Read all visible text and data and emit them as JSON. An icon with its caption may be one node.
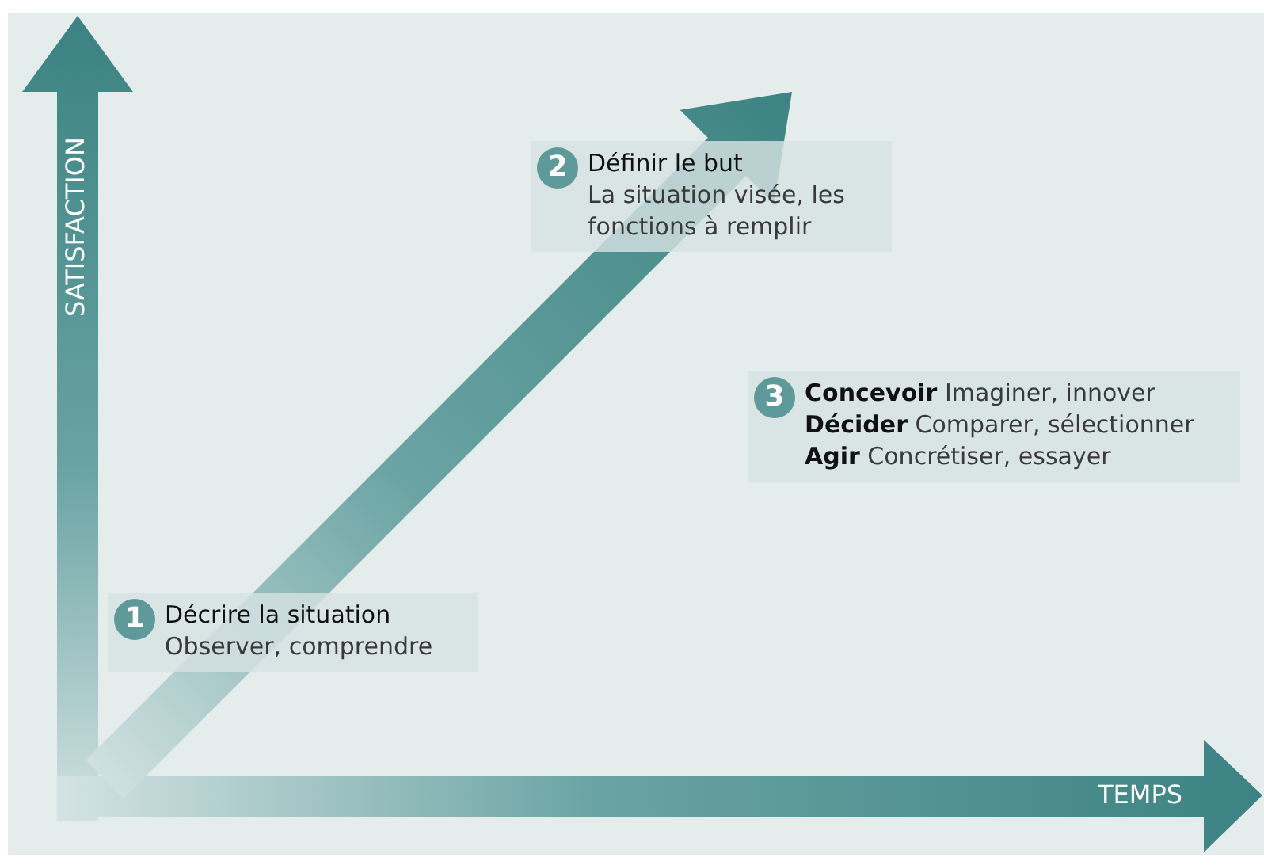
{
  "diagram": {
    "nodes": [
      {
        "text": [
          "1",
          "Décrire la situation",
          "Observer, comprendre"
        ]
      },
      {
        "text": [
          "2",
          "Définir le but",
          "La situation visée, les fonctions à remplir"
        ]
      },
      {
        "text": [
          "3",
          "**Concevoir** Imaginer, innover",
          "**Décider** Comparer, sélectionner",
          "**Agir** Concrétiser, essayer"
        ]
      }
    ],
    "labels": [
      "SATISFACTION",
      "TEMPS"
    ]
  }
}
